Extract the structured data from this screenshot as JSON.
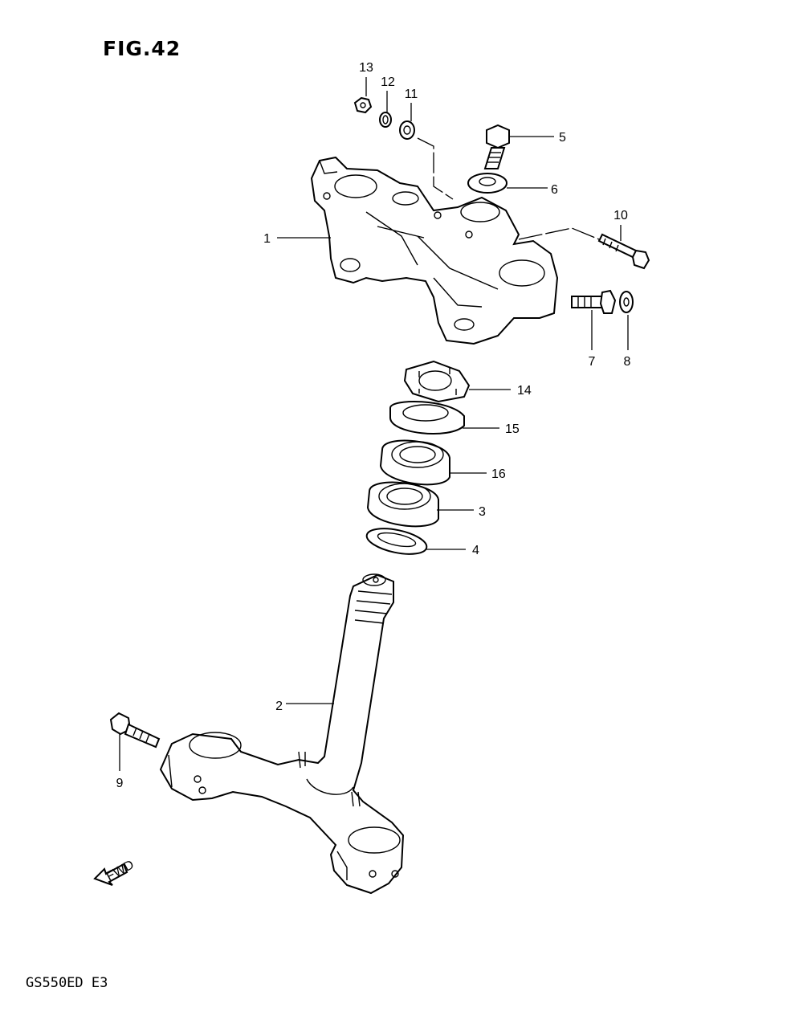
{
  "figure": {
    "title": "FIG.42",
    "model_code": "GS550ED E3"
  },
  "fwd_label": "FWD",
  "callouts": [
    "1",
    "2",
    "3",
    "4",
    "5",
    "6",
    "7",
    "8",
    "9",
    "10",
    "11",
    "12",
    "13",
    "14",
    "15",
    "16"
  ]
}
